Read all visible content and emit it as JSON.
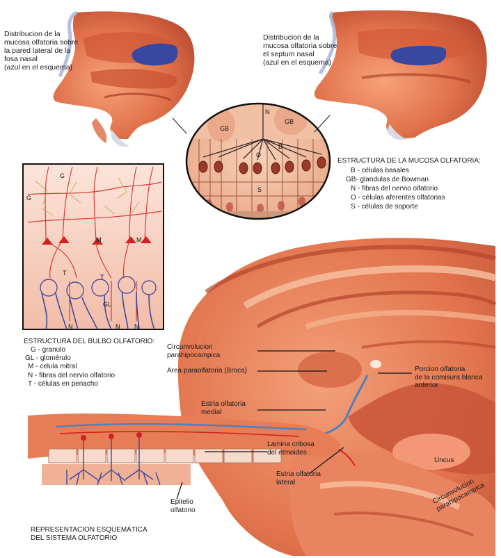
{
  "captions": {
    "lateral_wall": "Distribucion de la\nmucosa olfatoria sobre\nla pared lateral de la\nfosa nasal\n(azul en el esquema)",
    "septum": "Distribucion de la\nmucosa olfatoria sobre\nel septum nasal\n(azul en el esquema)"
  },
  "mucosa_tags": {
    "N": "N",
    "GB_left": "GB",
    "GB_right": "GB",
    "O": "O",
    "B": "B",
    "S": "S"
  },
  "mucosa_legend": {
    "title": "ESTRUCTURA DE LA MUCOSA OLFATORIA:",
    "items": [
      "B - células basales",
      "GB- glandulas de Bowman",
      "N - fibras del nervio olfatorio",
      "O - células aferentes olfatorias",
      "S - células de soporte"
    ]
  },
  "bulb_tags": {
    "G_top": "G",
    "G_left": "G",
    "M_left": "M",
    "M_right": "M",
    "T_left": "T",
    "T_right": "T",
    "GL": "GL",
    "N1": "N",
    "N2": "N",
    "N3": "N"
  },
  "bulb_legend": {
    "title": "ESTRUCTURA DEL BULBO OLFATORIO:",
    "items": [
      "G - granulo",
      "GL - glomérulo",
      "M - celula mitral",
      "N - fibras del nervio olfatorio",
      "T - células en penacho"
    ]
  },
  "brain_labels": {
    "circ_top": "Circunvolucion\nparahipocampica",
    "area_paraolf": "Area paraolfatoria (Broca)",
    "porcion": "Porcion olfatoria\nde la comisura blanca\nanterior",
    "estria_medial": "Estria olfatoria\nmedial",
    "lamina": "Lamina cribosa\ndel etmoides",
    "estria_lateral": "Estria olfatoria\nlateral",
    "uncus": "Uncus",
    "circ_bottom": "Circunvolucion\nparahipocampica",
    "epitelio": "Epitelio\nolfatorio"
  },
  "footer": "REPRESENTACION ESQUEMÁTICA\nDEL SISTEMA OLFATORIO",
  "colors": {
    "tissue": "#e87a52",
    "tissue_light": "#f4b08a",
    "tissue_dark": "#c0392b",
    "mucosa_blue": "#3848a0",
    "nerve_blue": "#4a80c0",
    "neuron_red": "#d42020",
    "glom_purple": "#5a4a98"
  }
}
